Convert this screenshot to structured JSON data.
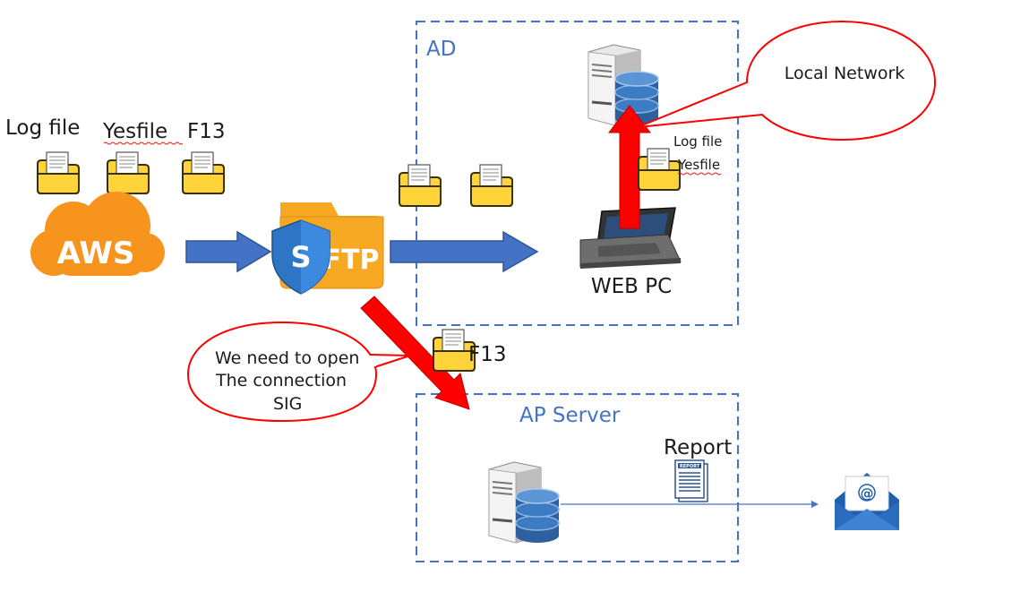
{
  "labels": {
    "log_file": "Log file",
    "yesfile": "Yesfile",
    "f13": "F13",
    "aws": "AWS",
    "sftp_s": "S",
    "sftp_ftp": "FTP",
    "ad": "AD",
    "local_network": "Local Network",
    "log_file_small": "Log file",
    "yesfile_small": "Yesfile",
    "web_pc": "WEB PC",
    "f13_transfer": "F13",
    "note_line1": "We need to open",
    "note_line2": "The connection",
    "note_line3": "SIG",
    "ap_server": "AP Server",
    "report": "Report",
    "report_doc": "REPORT",
    "email_at": "@"
  },
  "colors": {
    "zone_border": "#4472c4",
    "arrow_blue": "#4472c4",
    "arrow_red": "#ff0000",
    "aws_orange": "#f7941d",
    "folder_yellow": "#ffd43b",
    "sftp_folder": "#f6a823",
    "shield_blue": "#2f75c6"
  },
  "icons": [
    "folder-document-icon",
    "aws-cloud-icon",
    "sftp-folder-icon",
    "shield-icon",
    "server-database-icon",
    "laptop-icon",
    "report-document-icon",
    "email-envelope-icon"
  ]
}
